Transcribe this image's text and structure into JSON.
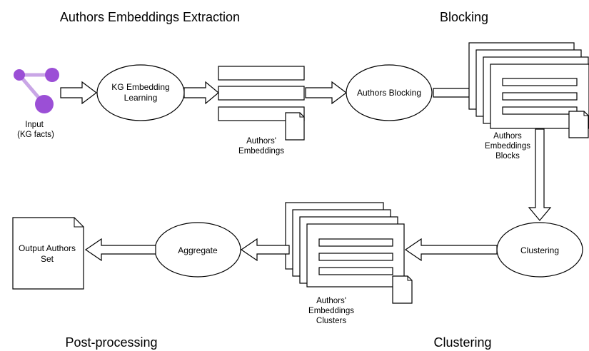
{
  "sections": {
    "extraction": "Authors Embeddings Extraction",
    "blocking": "Blocking",
    "postprocessing": "Post-processing",
    "clustering": "Clustering"
  },
  "nodes": {
    "input_line1": "Input",
    "input_line2": "(KG facts)",
    "kg_line1": "KG Embedding",
    "kg_line2": "Learning",
    "emb_line1": "Authors'",
    "emb_line2": "Embeddings",
    "blocking_op": "Authors Blocking",
    "blocks_line1": "Authors",
    "blocks_line2": "Embeddings",
    "blocks_line3": "Blocks",
    "clustering_op": "Clustering",
    "clusters_line1": "Authors'",
    "clusters_line2": "Embeddings",
    "clusters_line3": "Clusters",
    "aggregate_op": "Aggregate",
    "output_line1": "Output Authors",
    "output_line2": "Set"
  },
  "colors": {
    "graph_node": "#9b4fd6",
    "graph_edge": "#c9a6e6"
  }
}
